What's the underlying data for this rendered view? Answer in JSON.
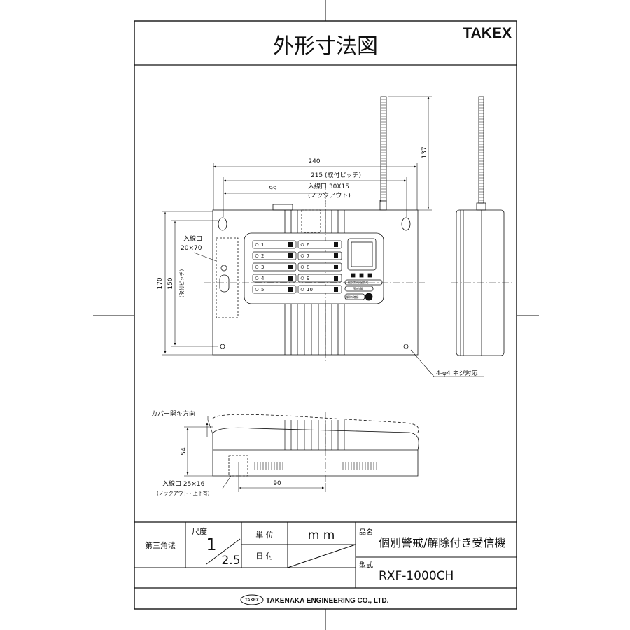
{
  "header": {
    "title": "外形寸法図",
    "brand": "TAKEX"
  },
  "dimensions": {
    "width_total": "240",
    "mount_pitch_h": "215 (取付ピッチ)",
    "offset_99": "99",
    "antenna_137": "137",
    "height_170": "170",
    "height_150": "150",
    "mount_pitch_v": "(取付ピッチ)",
    "side_54": "54",
    "bottom_90": "90"
  },
  "labels": {
    "knockout_top_l1": "入線口 30X15",
    "knockout_top_l2": "(ノックアウト)",
    "inlet_side_l1": "入線口",
    "inlet_side_l2": "20×70",
    "screw": "4-φ4 ネジ対応",
    "cover_dir": "カバー開キ方向",
    "inlet_bottom_l1": "入線口 25×16",
    "inlet_bottom_l2": "(ノックアウト・上下有)"
  },
  "panel": {
    "buttons_left": [
      "1",
      "2",
      "3",
      "4",
      "5"
    ],
    "buttons_right": [
      "6",
      "7",
      "8",
      "9",
      "10"
    ],
    "key_a": "個別警戒/全警戒",
    "key_b": "警戒/解",
    "key_c": "解除/確認"
  },
  "title_block": {
    "projection": "第三角法",
    "scale_label": "尺度",
    "scale_num": "1",
    "scale_den": "2.5",
    "unit_label": "単 位",
    "unit_value": "m m",
    "date_label": "日 付",
    "name_label": "品名",
    "name_value": "個別警戒/解除付き受信機",
    "model_label": "型式",
    "model_value": "RXF-1000CH",
    "logo_text": "TAKEX",
    "company": "TAKENAKA ENGINEERING CO., LTD."
  }
}
